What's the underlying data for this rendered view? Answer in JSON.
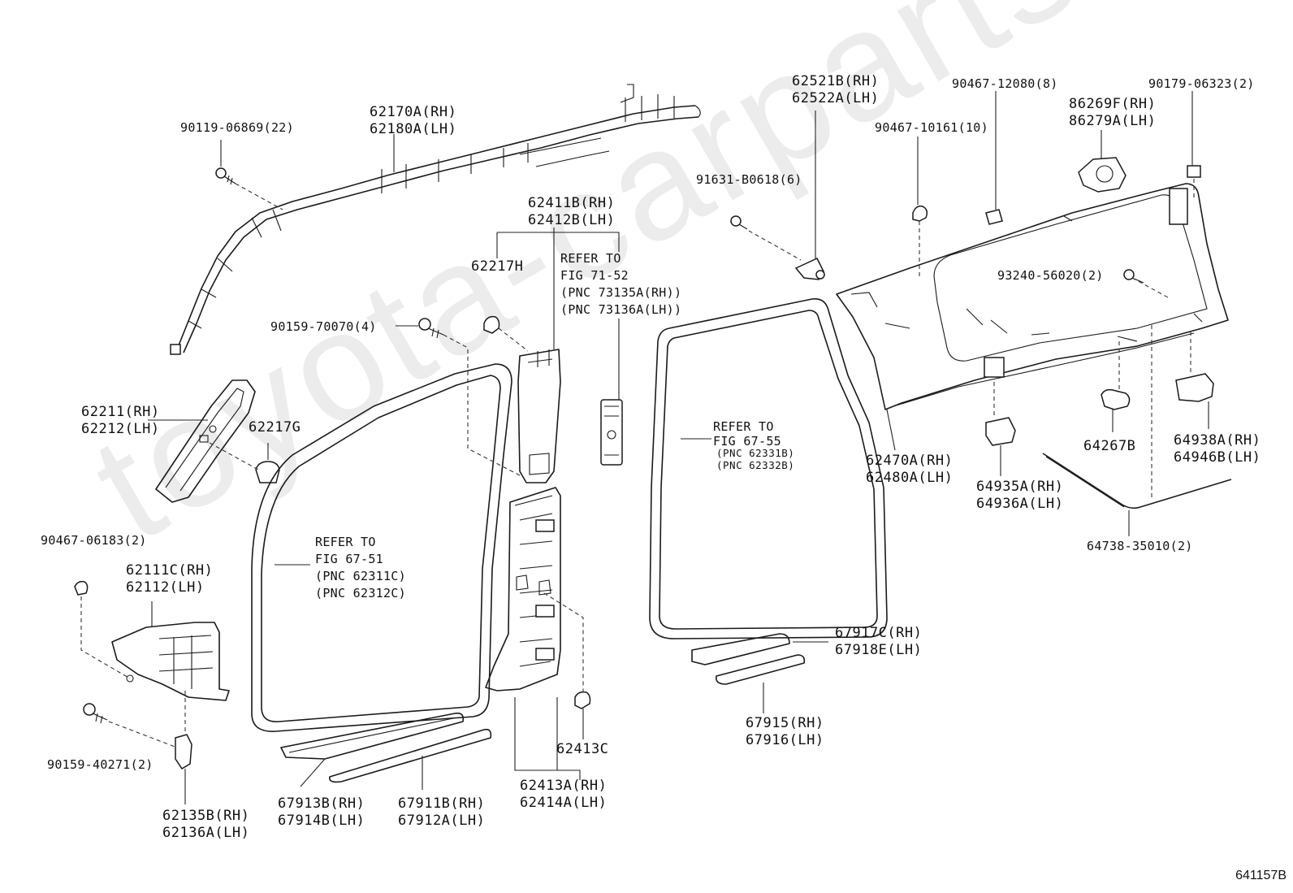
{
  "watermark": "toyota-carparts",
  "figure_number": "641157B",
  "labels": {
    "l_90119": "90119-06869(22)",
    "l_62170": "62170A(RH)\n62180A(LH)",
    "l_62411": "62411B(RH)\n62412B(LH)",
    "l_62217h": "62217H",
    "l_refer71": "REFER TO\nFIG 71-52\n(PNC 73135A(RH))\n(PNC 73136A(LH))",
    "l_90159_70070": "90159-70070(4)",
    "l_62211": "62211(RH)\n62212(LH)",
    "l_62217g": "62217G",
    "l_90467_06183": "90467-06183(2)",
    "l_62111": "62111C(RH)\n62112(LH)",
    "l_refer6751": "REFER TO\nFIG 67-51\n(PNC 62311C)\n(PNC 62312C)",
    "l_90159_40271": "90159-40271(2)",
    "l_62135": "62135B(RH)\n62136A(LH)",
    "l_67913": "67913B(RH)\n67914B(LH)",
    "l_67911": "67911B(RH)\n67912A(LH)",
    "l_62413a": "62413A(RH)\n62414A(LH)",
    "l_62413c": "62413C",
    "l_62521": "62521B(RH)\n62522A(LH)",
    "l_90467_12080": "90467-12080(8)",
    "l_90179": "90179-06323(2)",
    "l_86269": "86269F(RH)\n86279A(LH)",
    "l_90467_10161": "90467-10161(10)",
    "l_91631": "91631-B0618(6)",
    "l_93240": "93240-56020(2)",
    "l_refer6755": "REFER TO\nFIG 67-55",
    "l_refer6755_pnc": "(PNC 62331B)\n(PNC 62332B)",
    "l_62470": "62470A(RH)\n62480A(LH)",
    "l_64935": "64935A(RH)\n64936A(LH)",
    "l_64267": "64267B",
    "l_64938": "64938A(RH)\n64946B(LH)",
    "l_64738": "64738-35010(2)",
    "l_67917": "67917C(RH)\n67918E(LH)",
    "l_67915": "67915(RH)\n67916(LH)"
  }
}
